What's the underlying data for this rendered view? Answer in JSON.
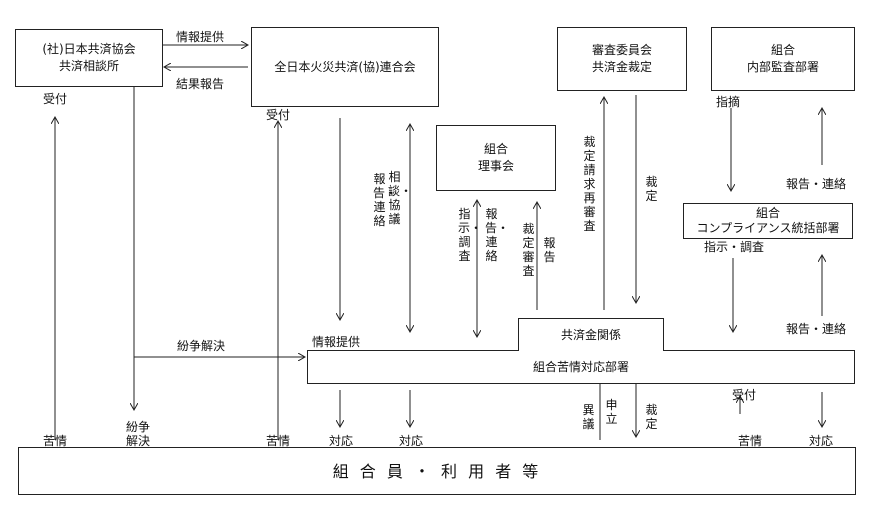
{
  "boxes": {
    "kyosai_soudan": [
      "(社)日本共済協会",
      "共済相談所"
    ],
    "zennihon": "全日本火災共済(協)連合会",
    "shinsa": [
      "審査委員会",
      "共済金裁定"
    ],
    "naibu": [
      "組合",
      "内部監査部署"
    ],
    "rijikai": [
      "組合",
      "理事会"
    ],
    "compliance": [
      "組合",
      "コンプライアンス統括部署"
    ],
    "kyosaikin": "共済金関係",
    "kujo": "組合苦情対応部署",
    "members": "組 合 員 ・ 利 用 者 等"
  },
  "labels": {
    "jouhou_teikyo_top": "情報提供",
    "kekka_houkoku": "結果報告",
    "uketsuke_left": "受付",
    "uketsuke_mid": "受付",
    "funsou_kaiketsu_line": "紛争解決",
    "jouhou_teikyo_mid": "情報提供",
    "soudan_kyougi": "相談・協議",
    "houkoku_renraku_1": "報告・連絡",
    "shiji_chousa_1": "指示・調査",
    "houkoku_renraku_2": "報告・連絡",
    "saitei_shinsa": "裁定審査",
    "houkoku_small": "報告",
    "saitei_seikyu": "裁定請求再審査",
    "saitei_1": "裁定",
    "shiteki": "指摘",
    "houkoku_renraku_3": "報告・連絡",
    "shiji_chousa_2": "指示・調査",
    "houkoku_renraku_4": "報告・連絡",
    "kujo_1": "苦情",
    "funsou_kaiketsu_2": [
      "紛争",
      "解決"
    ],
    "kujo_2": "苦情",
    "taiou_1": "対応",
    "taiou_2": "対応",
    "igi": "異議",
    "moushitate": "申立",
    "saitei_2": "裁定",
    "uketsuke_right": "受付",
    "kujo_3": "苦情",
    "taiou_3": "対応"
  }
}
